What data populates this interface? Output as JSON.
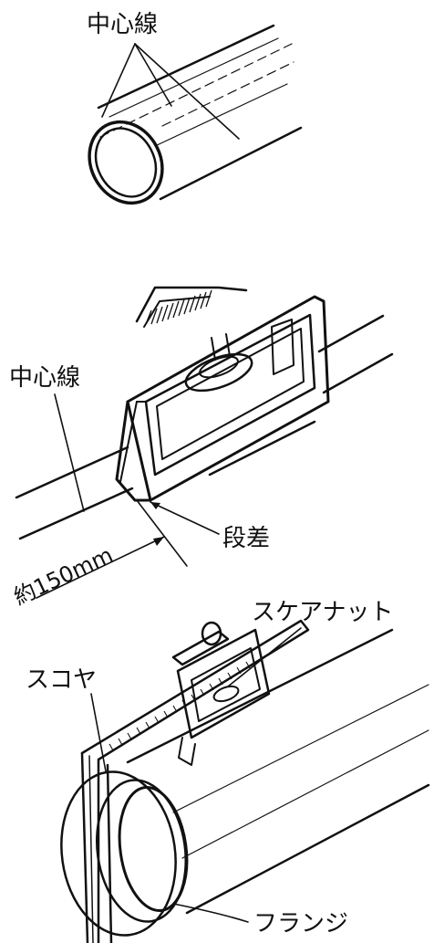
{
  "figure1": {
    "center_line_label": "中心線"
  },
  "figure2": {
    "center_line_label": "中心線",
    "step_label": "段差",
    "distance_label": "約150mm"
  },
  "figure3": {
    "square_nut_label": "スケアナット",
    "square_label": "スコヤ",
    "flange_label": "フランジ"
  }
}
